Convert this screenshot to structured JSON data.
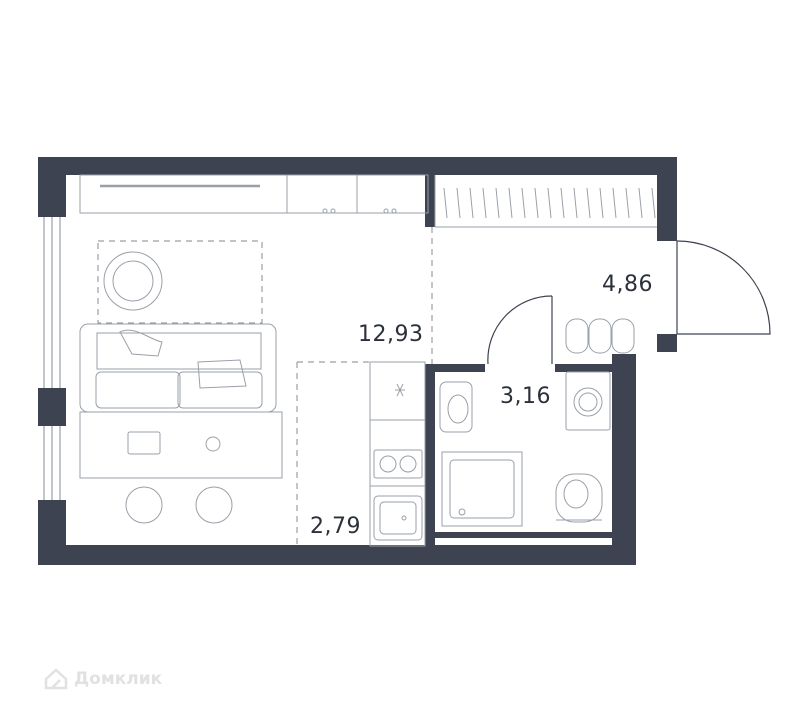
{
  "plan": {
    "rooms": [
      {
        "id": "living",
        "area": "12,93"
      },
      {
        "id": "hall",
        "area": "4,86"
      },
      {
        "id": "bathroom",
        "area": "3,16"
      },
      {
        "id": "kitchen",
        "area": "2,79"
      }
    ]
  },
  "colors": {
    "wall": "#3d4350",
    "line": "#9aa0a8",
    "text": "#2b3039"
  },
  "watermark": {
    "icon": "house-logo-icon",
    "text": "Домклик"
  }
}
